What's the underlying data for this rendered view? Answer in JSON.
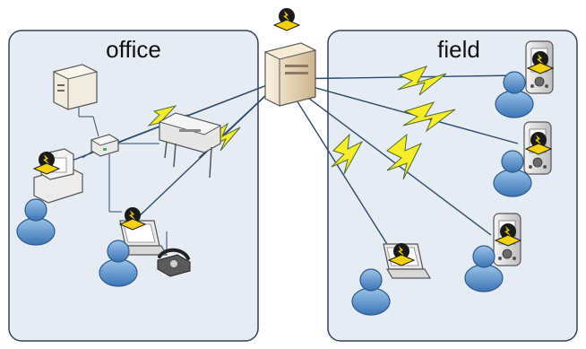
{
  "zones": {
    "office": {
      "label": "office"
    },
    "field": {
      "label": "field"
    }
  },
  "colors": {
    "zone_fill": "#e6ecf4",
    "zone_stroke": "#34425a",
    "wired_link": "#2c4a6b",
    "wireless_link": "#f6ec2a",
    "wireless_outline": "#4e6a38",
    "person": "#4b87c3",
    "badge": "#f4d10a",
    "server_body": "#ead7b6"
  },
  "nodes": [
    {
      "name": "central-server",
      "icon": "server-tower-icon",
      "badge": "lightning-badge-icon"
    },
    {
      "name": "office-desktop-tower",
      "icon": "desktop-tower-icon"
    },
    {
      "name": "office-network-switch",
      "icon": "network-switch-icon"
    },
    {
      "name": "office-plotter",
      "icon": "plotter-printer-icon"
    },
    {
      "name": "office-workstation",
      "icon": "workstation-computer-icon",
      "badge": "lightning-badge-icon"
    },
    {
      "name": "office-user",
      "icon": "user-person-icon"
    },
    {
      "name": "office-laptop",
      "icon": "laptop-icon",
      "badge": "lightning-badge-icon"
    },
    {
      "name": "office-laptop-user",
      "icon": "user-person-icon"
    },
    {
      "name": "office-phone",
      "icon": "desk-phone-icon"
    },
    {
      "name": "field-pda-1",
      "icon": "pda-device-icon",
      "badge": "lightning-badge-icon"
    },
    {
      "name": "field-pda-2",
      "icon": "pda-device-icon",
      "badge": "lightning-badge-icon"
    },
    {
      "name": "field-pda-3",
      "icon": "pda-device-icon",
      "badge": "lightning-badge-icon"
    },
    {
      "name": "field-laptop",
      "icon": "laptop-icon",
      "badge": "lightning-badge-icon"
    },
    {
      "name": "field-user-1",
      "icon": "user-person-icon"
    },
    {
      "name": "field-user-2",
      "icon": "user-person-icon"
    },
    {
      "name": "field-user-3",
      "icon": "user-person-icon"
    },
    {
      "name": "field-laptop-user",
      "icon": "user-person-icon"
    }
  ]
}
